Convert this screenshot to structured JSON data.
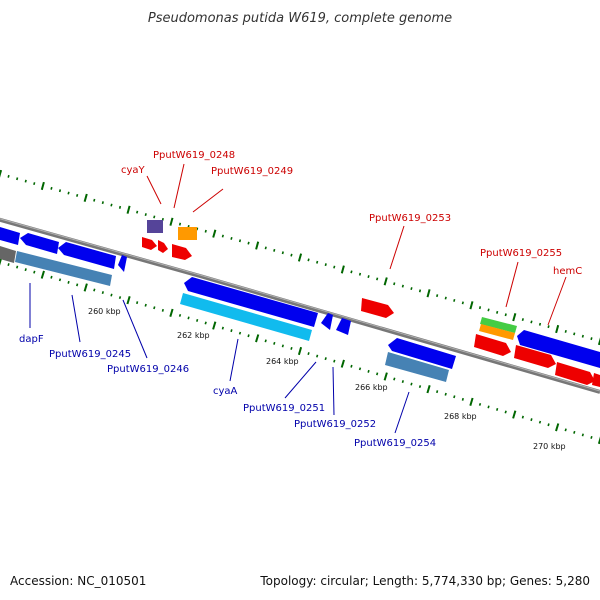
{
  "title": "Pseudomonas putida W619, complete genome",
  "footer": {
    "accession": "Accession: NC_010501",
    "summary": "Topology: circular; Length: 5,774,330 bp; Genes: 5,280"
  },
  "colors": {
    "forward_label": "#cc0000",
    "reverse_label": "#0000aa",
    "backbone": "#888888",
    "tick": "#006600",
    "gene_blue": "#0000ee",
    "gene_red": "#ee0000",
    "gene_steel": "#4682b4",
    "gene_cyan": "#11bbee",
    "gene_orange": "#ff9900",
    "gene_green": "#44cc44",
    "gene_purple": "#554499"
  },
  "ticks": [
    "260 kbp",
    "262 kbp",
    "264 kbp",
    "266 kbp",
    "268 kbp",
    "270 kbp"
  ],
  "labels": {
    "cyaY": "cyaY",
    "p0248": "PputW619_0248",
    "p0249": "PputW619_0249",
    "p0253": "PputW619_0253",
    "p0255": "PputW619_0255",
    "hemC": "hemC",
    "dapF": "dapF",
    "p0245": "PputW619_0245",
    "p0246": "PputW619_0246",
    "cyaA": "cyaA",
    "p0251": "PputW619_0251",
    "p0252": "PputW619_0252",
    "p0254": "PputW619_0254"
  }
}
